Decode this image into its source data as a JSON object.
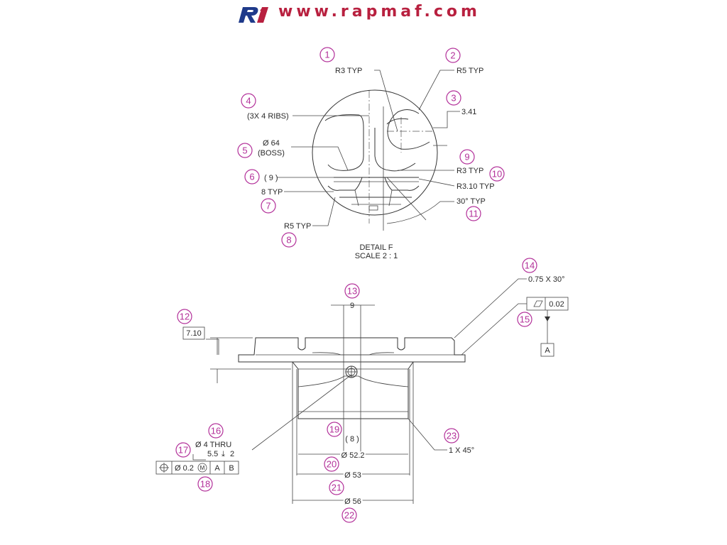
{
  "header": {
    "logo_text": "R1",
    "website": "www.rapmaf.com",
    "brand_color": "#b8203f",
    "logo_blue": "#1f3a8a"
  },
  "bubble_color": "#b3319a",
  "detail": {
    "title": "DETAIL F",
    "scale": "SCALE 2 : 1"
  },
  "labels": {
    "r3_typ_1": "R3 TYP",
    "r5_typ_2": "R5 TYP",
    "dim_3": "3.41",
    "ribs_4": "(3X 4 RIBS)",
    "dia64_5": "Ø 64",
    "boss_5": "(BOSS)",
    "paren9_6": "( 9 )",
    "typ8_7": "8 TYP",
    "r5_typ_8": "R5 TYP",
    "r3_typ_9": "R3 TYP",
    "r310_typ_10": "R3.10 TYP",
    "deg30_11": "30° TYP",
    "dim9_13": "9",
    "chamfer_14": "0.75 X 30°",
    "flatness_15": "0.02",
    "datum_a": "A",
    "height_12": "7.10",
    "hole_16": "Ø 4 THRU",
    "depth_17": "5.5",
    "depth_17b": "2",
    "fcf_18_tol": "Ø 0.2",
    "fcf_18_mod": "M",
    "fcf_18_a": "A",
    "fcf_18_b": "B",
    "paren8_19": "( 8 )",
    "dia522_20": "Ø 52.2",
    "dia53_21": "Ø 53",
    "dia56_22": "Ø 56",
    "chamfer_23": "1 X 45°"
  },
  "bubbles": [
    "1",
    "2",
    "3",
    "4",
    "5",
    "6",
    "7",
    "8",
    "9",
    "10",
    "11",
    "12",
    "13",
    "14",
    "15",
    "16",
    "17",
    "18",
    "19",
    "20",
    "21",
    "22",
    "23"
  ]
}
